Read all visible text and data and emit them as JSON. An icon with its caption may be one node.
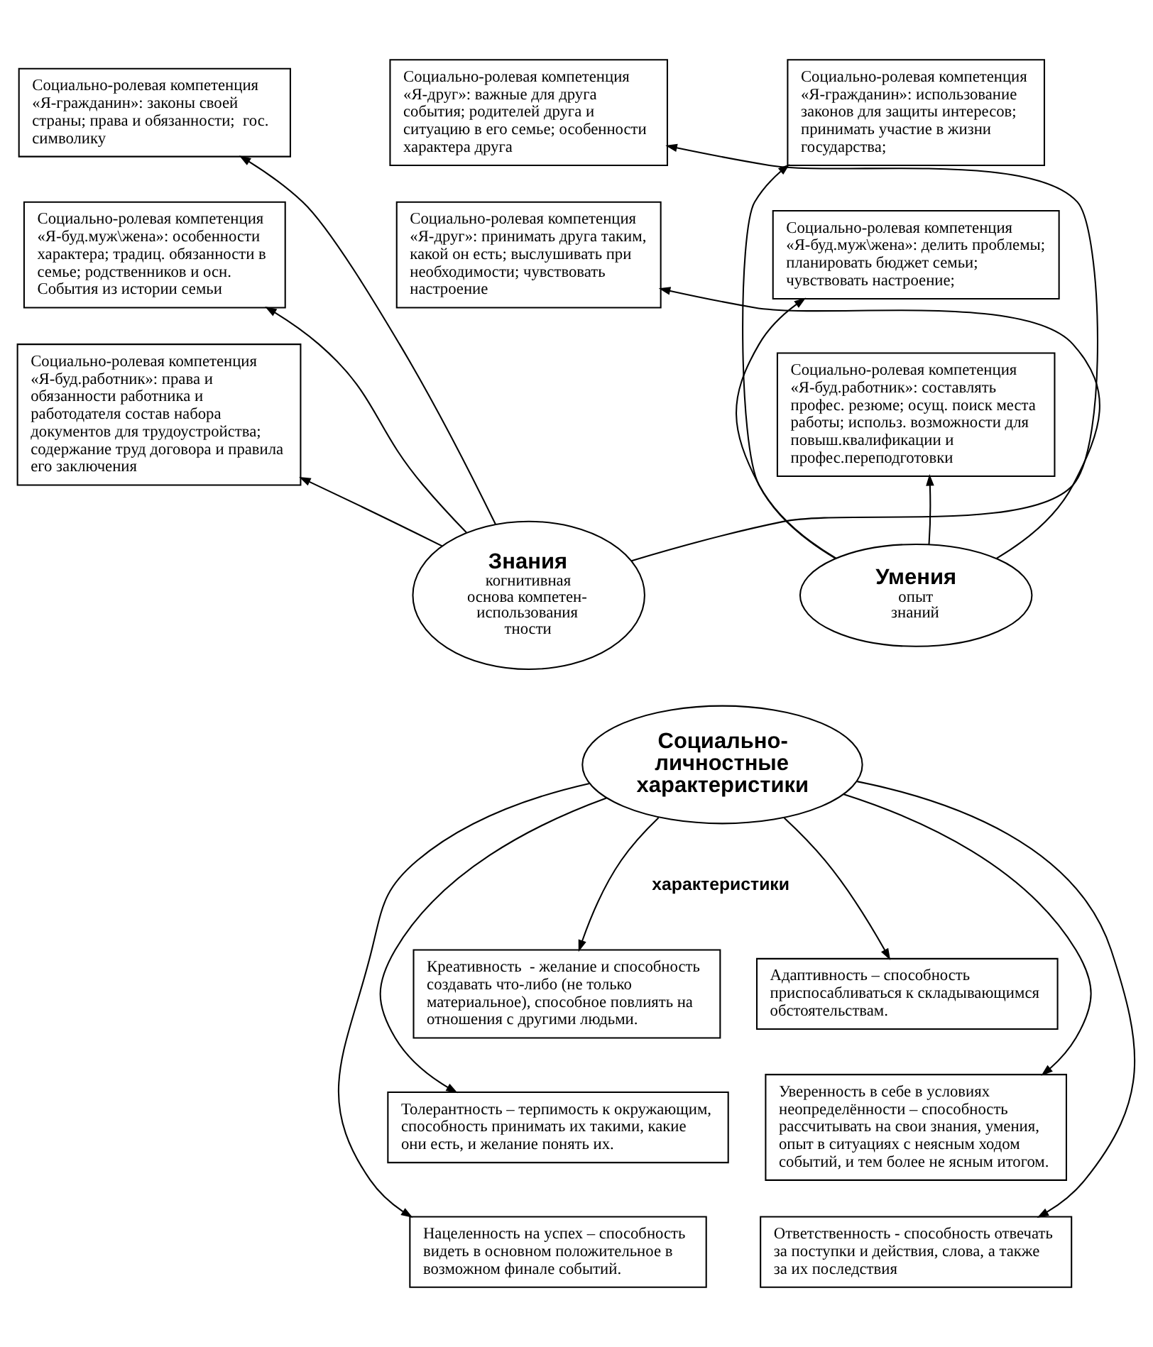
{
  "diagram": {
    "nodes": [
      {
        "text": [
          "Социально-ролевая компетенция «Я-гражданин»: законы своей страны; права и обязанности;  гос. символику"
        ]
      },
      {
        "text": [
          "Социально-ролевая компетенция «Я-друг»: важные для друга события; родителей друга и ситуацию в его семье; особенности характера друга"
        ]
      },
      {
        "text": [
          "Социально-ролевая компетенция «Я-гражданин»: использование законов для защиты интересов; принимать участие в жизни государства;"
        ]
      },
      {
        "text": [
          "Социально-ролевая компетенция «Я-буд.муж\\жена»: особенности характера; традиц. обязанности в семье; родственников и осн. События из истории семьи"
        ]
      },
      {
        "text": [
          "Социально-ролевая компетенция «Я-буд.муж\\жена»: делить проблемы; планировать бюджет семьи; чувствовать настроение;"
        ]
      },
      {
        "text": [
          "Социально-ролевая компетенция «Я-друг»: принимать друга таким, какой он есть; выслушивать при необходимости; чувствовать настроение"
        ]
      },
      {
        "text": [
          "Социально-ролевая компетенция «Я-буд.работник»: права и обязанности работника и работодателя состав набора документов для трудоустройства; содержание труд договора и правила его заключения"
        ]
      },
      {
        "text": [
          "Социально-ролевая компетенция «Я-буд.работник»: составлять профес. резюме; осущ. поиск места работы; использ. возможности для повыш.квалификации и профес.переподготовки"
        ]
      },
      {
        "text": [
          "Знания",
          "когнитивная основа компетен- использования тности"
        ]
      },
      {
        "text": [
          "Умения",
          "опыт",
          "знаний"
        ]
      },
      {
        "text": [
          "Социально- личностные характеристики"
        ]
      },
      {
        "text": [
          "Креативность  - желание и способность создавать что-либо (не только материальное), способное повлиять на отношения с другими людьми."
        ]
      },
      {
        "text": [
          "Адаптивность – способность приспосабливаться к складывающимся обстоятельствам."
        ]
      },
      {
        "text": [
          "Толерантность – терпимость к окружающим, способность принимать их такими, какие они есть, и желание понять их."
        ]
      },
      {
        "text": [
          "Уверенность в себе в условиях неопределённости – способность рассчитывать на свои знания, умения, опыт в ситуациях с неясным ходом событий, и тем более не ясным итогом."
        ]
      },
      {
        "text": [
          "Нацеленность на успех – способность видеть в основном положительное в возможном финале событий."
        ]
      },
      {
        "text": [
          "Ответственность - способность отвечать за поступки и действия, слова, а также за их последствия"
        ]
      }
    ],
    "edges": [
      {
        "from": 8,
        "to": 0,
        "arrow": "to"
      },
      {
        "from": 8,
        "to": 3,
        "arrow": "to"
      },
      {
        "from": 8,
        "to": 6,
        "arrow": "to"
      },
      {
        "from": 8,
        "to": 1,
        "arrow": "to"
      },
      {
        "from": 9,
        "to": 2,
        "arrow": "to"
      },
      {
        "from": 9,
        "to": 4,
        "arrow": "to"
      },
      {
        "from": 9,
        "to": 7,
        "arrow": "to"
      },
      {
        "from": 9,
        "to": 5,
        "arrow": "to"
      },
      {
        "from": 10,
        "to": 11,
        "arrow": "to"
      },
      {
        "from": 10,
        "to": 13,
        "arrow": "to"
      },
      {
        "from": 10,
        "to": 15,
        "arrow": "to"
      },
      {
        "from": 10,
        "to": 12,
        "arrow": "to"
      },
      {
        "from": 10,
        "to": 14,
        "arrow": "to"
      },
      {
        "from": 10,
        "to": 16,
        "arrow": "to"
      }
    ],
    "labels": [
      "характеристики"
    ]
  }
}
